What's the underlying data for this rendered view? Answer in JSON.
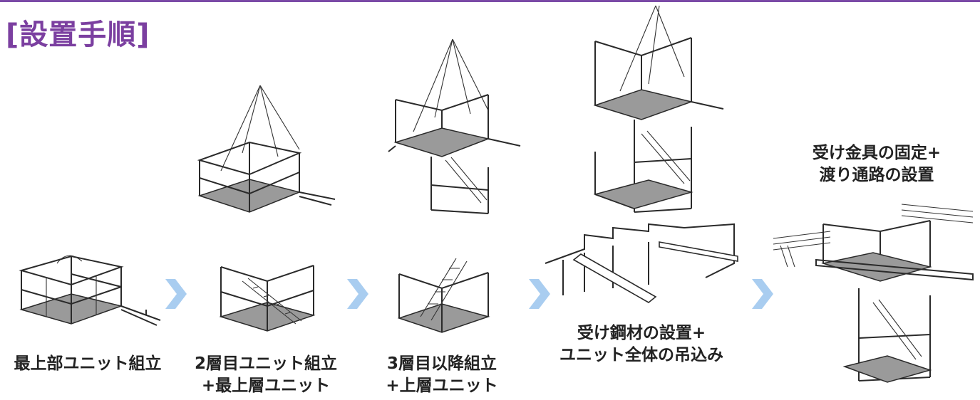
{
  "title": "[設置手順]",
  "steps": [
    {
      "caption_lines": [
        "最上部ユニット組立"
      ]
    },
    {
      "caption_lines": [
        "2層目ユニット組立",
        "+最上層ユニット"
      ]
    },
    {
      "caption_lines": [
        "3層目以降組立",
        "+上層ユニット"
      ]
    },
    {
      "caption_lines": [
        "受け鋼材の設置+",
        "ユニット全体の吊込み"
      ]
    },
    {
      "caption_lines": [
        "受け金具の固定+",
        "渡り通路の設置"
      ]
    }
  ],
  "colors": {
    "title": "#7b3fa0",
    "arrow": "#a9cdf0",
    "rule": "#7b4aa6"
  }
}
